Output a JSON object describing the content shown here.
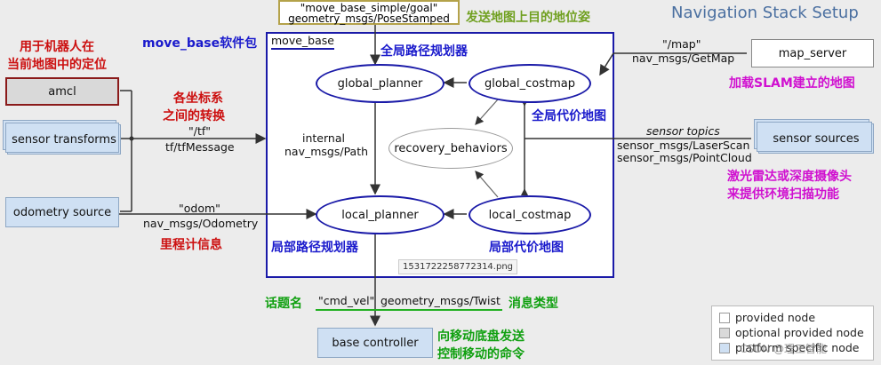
{
  "title": "Navigation Stack Setup",
  "move_base_label": "move_base",
  "goal_box": {
    "line1": "\"move_base_simple/goal\"",
    "line2": "geometry_msgs/PoseStamped"
  },
  "nodes": {
    "amcl": "amcl",
    "sensor_transforms": "sensor transforms",
    "odometry_source": "odometry source",
    "map_server": "map_server",
    "sensor_sources": "sensor sources",
    "base_controller": "base controller",
    "global_planner": "global_planner",
    "global_costmap": "global_costmap",
    "recovery_behaviors": "recovery_behaviors",
    "local_planner": "local_planner",
    "local_costmap": "local_costmap"
  },
  "edges": {
    "tf_topic": "\"/tf\"",
    "tf_type": "tf/tfMessage",
    "odom_topic": "\"odom\"",
    "odom_type": "nav_msgs/Odometry",
    "map_topic": "\"/map\"",
    "map_type": "nav_msgs/GetMap",
    "sensor_topics": "sensor topics",
    "laser_type": "sensor_msgs/LaserScan",
    "cloud_type": "sensor_msgs/PointCloud",
    "internal": "internal",
    "path_type": "nav_msgs/Path",
    "cmd_vel": "\"cmd_vel\"",
    "twist_type": "geometry_msgs/Twist"
  },
  "file_label": "1531722258772314.png",
  "annotations": {
    "amcl_note_1": "用于机器人在",
    "amcl_note_2": "当前地图中的定位",
    "move_base_pkg": "move_base软件包",
    "goal_note": "发送地图上目的地位姿",
    "global_planner_note": "全局路径规划器",
    "tf_note_1": "各坐标系",
    "tf_note_2": "之间的转换",
    "global_costmap_note": "全局代价地图",
    "map_note": "加载SLAM建立的地图",
    "sensor_note_1": "激光雷达或深度摄像头",
    "sensor_note_2": "来提供环境扫描功能",
    "odom_note": "里程计信息",
    "local_planner_note": "局部路径规划器",
    "local_costmap_note": "局部代价地图",
    "topic_name_note": "话题名",
    "msg_type_note": "消息类型",
    "base_note_1": "向移动底盘发送",
    "base_note_2": "控制移动的命令"
  },
  "legend": [
    {
      "label": "provided node",
      "color": "#ffffff"
    },
    {
      "label": "optional provided node",
      "color": "#d9d9d9"
    },
    {
      "label": "platform specific node",
      "color": "#cfe0f3"
    }
  ],
  "watermark": "CSDN @理工智能"
}
